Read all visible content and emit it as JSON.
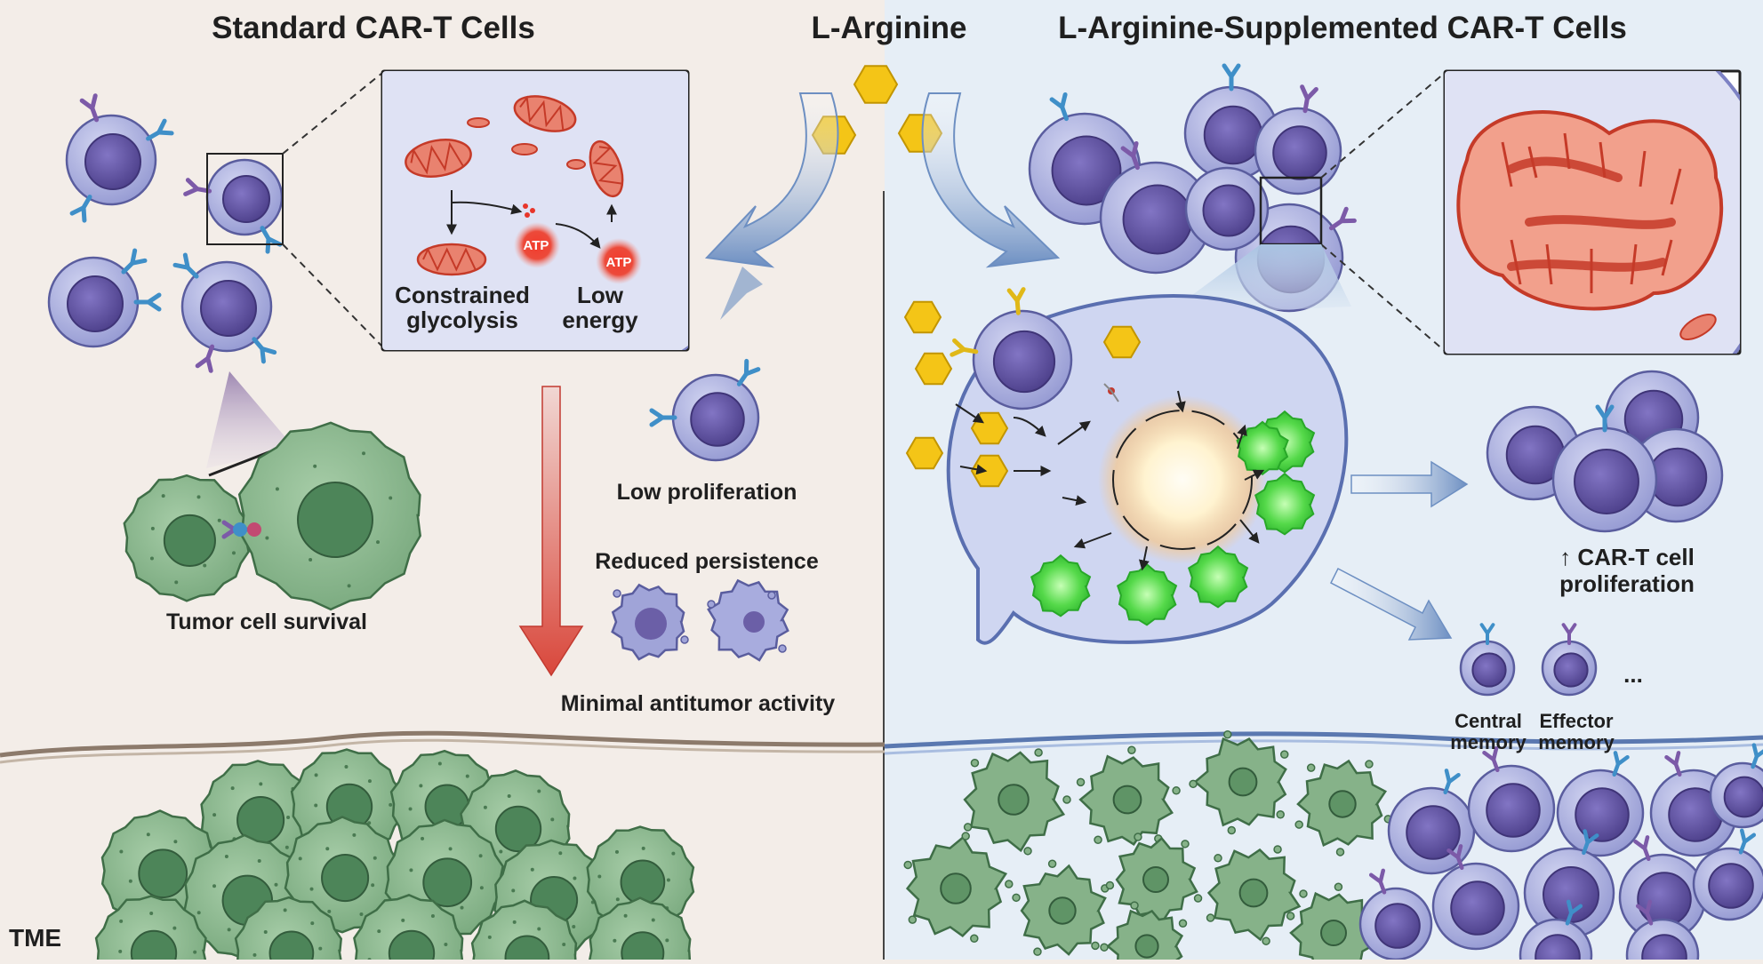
{
  "titles": {
    "left": "Standard CAR-T Cells",
    "center": "L-Arginine",
    "right": "L-Arginine-Supplemented CAR-T Cells"
  },
  "left_panel": {
    "constrained": [
      "Constrained",
      "glycolysis"
    ],
    "low_energy": [
      "Low",
      "energy"
    ],
    "atp": "ATP",
    "tumor_survival": "Tumor cell survival",
    "low_proliferation": "Low proliferation",
    "reduced_persistence": "Reduced persistence",
    "minimal_activity": "Minimal antitumor activity",
    "tme": "TME"
  },
  "right_panel": {
    "proliferation": [
      "↑ CAR-T cell",
      "proliferation"
    ],
    "central_memory": [
      "Central",
      "memory"
    ],
    "effector_memory": [
      "Effector",
      "memory"
    ],
    "ellipsis": "..."
  },
  "colors": {
    "left_bg": "#f3ede8",
    "right_bg": "#e6eef6",
    "tcell_membrane": "#a7abdc",
    "tcell_nucleus": "#5d4f9c",
    "tumor_cell": "#88b48c",
    "tumor_nucleus": "#4d8559",
    "arginine": "#f4c517",
    "mito": "#df5a45",
    "atp_glow": "#e8352a",
    "arrow_blue": "#6d8fc2",
    "arrow_red": "#d9473b",
    "activity_green": "#4ad44a"
  }
}
